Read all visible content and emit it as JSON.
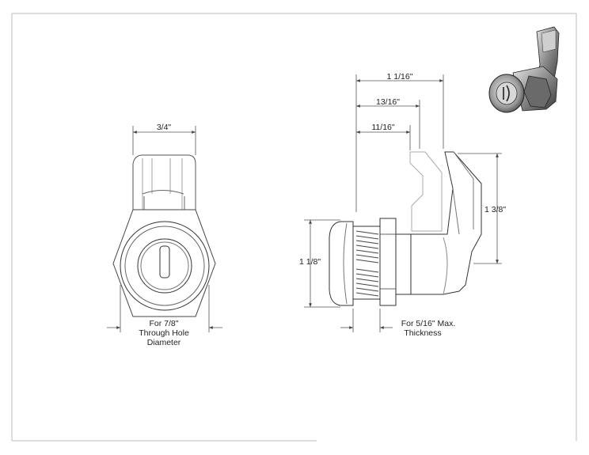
{
  "dimensions": {
    "front_width": "3/4\"",
    "through_hole_line1": "For 7/8\"",
    "through_hole_line2": "Through Hole",
    "through_hole_line3": "Diameter",
    "side_overall_depth": "1 1/16\"",
    "side_depth_2": "13/16\"",
    "side_depth_3": "11/16\"",
    "cam_height": "1 3/8\"",
    "bezel_height": "1 1/8\"",
    "thickness_line1": "For 5/16\" Max.",
    "thickness_line2": "Thickness"
  },
  "colors": {
    "line": "#333333",
    "dim_line": "#555555",
    "frame": "#bbbbbb",
    "phantom": "#aaaaaa"
  }
}
